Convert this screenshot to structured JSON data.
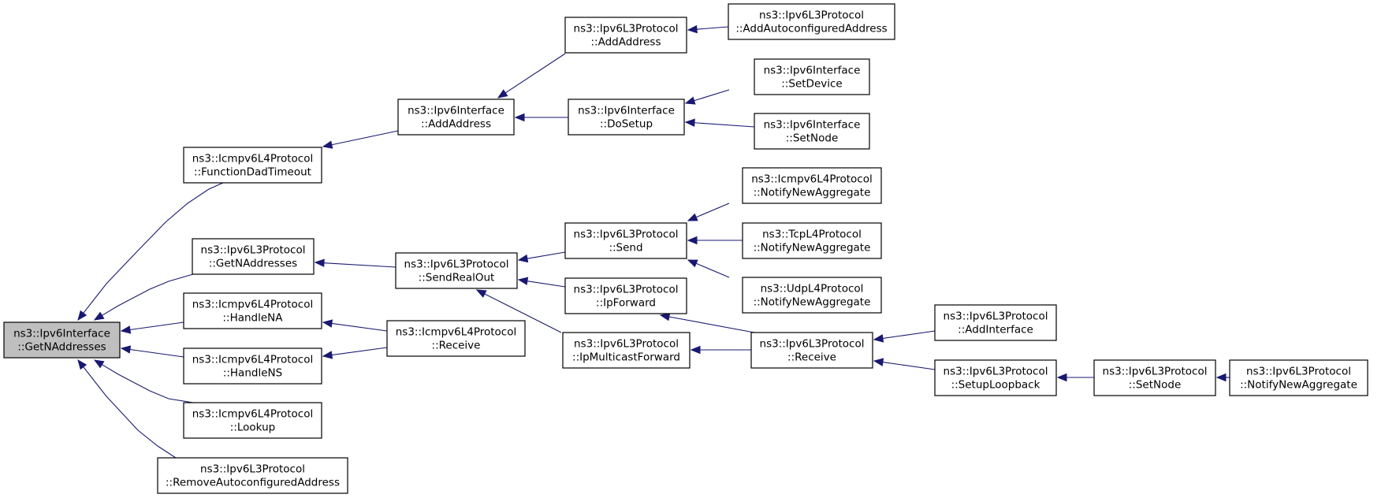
{
  "graph": {
    "nodes": [
      {
        "id": "root",
        "lines": [
          "ns3::Ipv6Interface",
          "::GetNAddresses"
        ],
        "highlight": true
      },
      {
        "id": "n1",
        "lines": [
          "ns3::Icmpv6L4Protocol",
          "::FunctionDadTimeout"
        ]
      },
      {
        "id": "n2",
        "lines": [
          "ns3::Ipv6L3Protocol",
          "::GetNAddresses"
        ]
      },
      {
        "id": "n3",
        "lines": [
          "ns3::Icmpv6L4Protocol",
          "::HandleNA"
        ]
      },
      {
        "id": "n4",
        "lines": [
          "ns3::Icmpv6L4Protocol",
          "::HandleNS"
        ]
      },
      {
        "id": "n5",
        "lines": [
          "ns3::Icmpv6L4Protocol",
          "::Lookup"
        ]
      },
      {
        "id": "n6",
        "lines": [
          "ns3::Ipv6L3Protocol",
          "::RemoveAutoconfiguredAddress"
        ]
      },
      {
        "id": "n7",
        "lines": [
          "ns3::Ipv6Interface",
          "::AddAddress"
        ]
      },
      {
        "id": "n8",
        "lines": [
          "ns3::Ipv6L3Protocol",
          "::SendRealOut"
        ]
      },
      {
        "id": "n9",
        "lines": [
          "ns3::Icmpv6L4Protocol",
          "::Receive"
        ]
      },
      {
        "id": "n10",
        "lines": [
          "ns3::Ipv6L3Protocol",
          "::AddAddress"
        ]
      },
      {
        "id": "n11",
        "lines": [
          "ns3::Ipv6Interface",
          "::DoSetup"
        ]
      },
      {
        "id": "n12",
        "lines": [
          "ns3::Ipv6L3Protocol",
          "::Send"
        ]
      },
      {
        "id": "n13",
        "lines": [
          "ns3::Ipv6L3Protocol",
          "::IpForward"
        ]
      },
      {
        "id": "n14",
        "lines": [
          "ns3::Ipv6L3Protocol",
          "::IpMulticastForward"
        ]
      },
      {
        "id": "n15",
        "lines": [
          "ns3::Ipv6L3Protocol",
          "::AddAutoconfiguredAddress"
        ]
      },
      {
        "id": "n16",
        "lines": [
          "ns3::Ipv6Interface",
          "::SetDevice"
        ]
      },
      {
        "id": "n17",
        "lines": [
          "ns3::Ipv6Interface",
          "::SetNode"
        ]
      },
      {
        "id": "n18",
        "lines": [
          "ns3::Icmpv6L4Protocol",
          "::NotifyNewAggregate"
        ]
      },
      {
        "id": "n19",
        "lines": [
          "ns3::TcpL4Protocol",
          "::NotifyNewAggregate"
        ]
      },
      {
        "id": "n20",
        "lines": [
          "ns3::UdpL4Protocol",
          "::NotifyNewAggregate"
        ]
      },
      {
        "id": "n21",
        "lines": [
          "ns3::Ipv6L3Protocol",
          "::Receive"
        ]
      },
      {
        "id": "n22",
        "lines": [
          "ns3::Ipv6L3Protocol",
          "::AddInterface"
        ]
      },
      {
        "id": "n23",
        "lines": [
          "ns3::Ipv6L3Protocol",
          "::SetupLoopback"
        ]
      },
      {
        "id": "n24",
        "lines": [
          "ns3::Ipv6L3Protocol",
          "::SetNode"
        ]
      },
      {
        "id": "n25",
        "lines": [
          "ns3::Ipv6L3Protocol",
          "::NotifyNewAggregate"
        ]
      }
    ],
    "edges": [
      {
        "from": "n1",
        "to": "root"
      },
      {
        "from": "n2",
        "to": "root"
      },
      {
        "from": "n3",
        "to": "root"
      },
      {
        "from": "n4",
        "to": "root"
      },
      {
        "from": "n5",
        "to": "root"
      },
      {
        "from": "n6",
        "to": "root"
      },
      {
        "from": "n7",
        "to": "n1"
      },
      {
        "from": "n8",
        "to": "n2"
      },
      {
        "from": "n9",
        "to": "n3"
      },
      {
        "from": "n9",
        "to": "n4"
      },
      {
        "from": "n10",
        "to": "n7"
      },
      {
        "from": "n11",
        "to": "n7"
      },
      {
        "from": "n12",
        "to": "n8"
      },
      {
        "from": "n13",
        "to": "n8"
      },
      {
        "from": "n14",
        "to": "n8"
      },
      {
        "from": "n15",
        "to": "n10"
      },
      {
        "from": "n16",
        "to": "n11"
      },
      {
        "from": "n17",
        "to": "n11"
      },
      {
        "from": "n18",
        "to": "n12"
      },
      {
        "from": "n19",
        "to": "n12"
      },
      {
        "from": "n20",
        "to": "n12"
      },
      {
        "from": "n21",
        "to": "n13"
      },
      {
        "from": "n21",
        "to": "n14"
      },
      {
        "from": "n22",
        "to": "n21"
      },
      {
        "from": "n23",
        "to": "n21"
      },
      {
        "from": "n24",
        "to": "n23"
      },
      {
        "from": "n25",
        "to": "n24"
      }
    ],
    "colors": {
      "edge": "#191970",
      "node_border": "#000000",
      "node_fill": "#ffffff",
      "root_fill": "#bfbfbf"
    }
  }
}
